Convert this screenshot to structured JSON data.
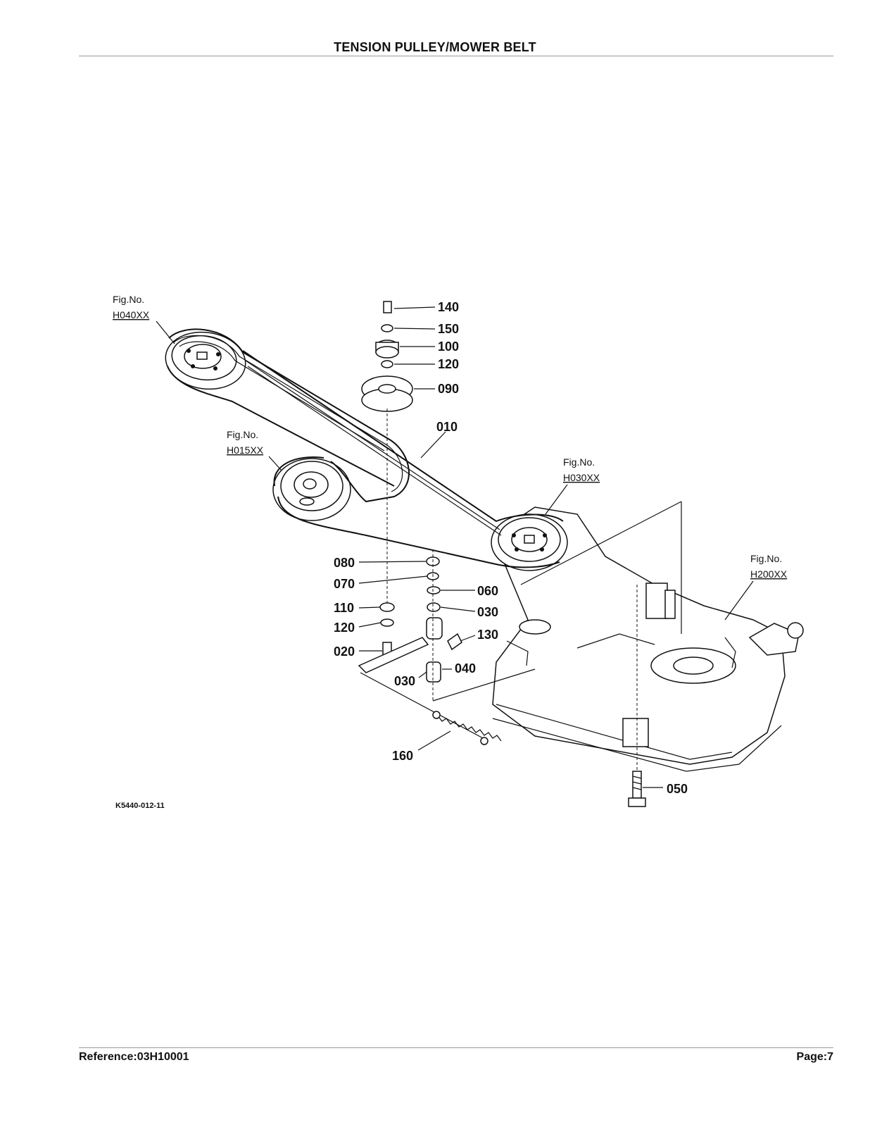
{
  "header": {
    "title": "TENSION PULLEY/MOWER BELT"
  },
  "diagram": {
    "fig_refs": {
      "h040": {
        "prefix": "Fig.No.",
        "code": "H040XX"
      },
      "h015": {
        "prefix": "Fig.No.",
        "code": "H015XX"
      },
      "h030": {
        "prefix": "Fig.No.",
        "code": "H030XX"
      },
      "h200": {
        "prefix": "Fig.No.",
        "code": "H200XX"
      }
    },
    "parts": {
      "p140": "140",
      "p150": "150",
      "p100": "100",
      "p120a": "120",
      "p090": "090",
      "p010": "010",
      "p080": "080",
      "p070": "070",
      "p060": "060",
      "p110": "110",
      "p030a": "030",
      "p120b": "120",
      "p130": "130",
      "p020": "020",
      "p040": "040",
      "p030b": "030",
      "p160": "160",
      "p050": "050"
    },
    "drawing_code": "K5440-012-11"
  },
  "footer": {
    "reference": "Reference:03H10001",
    "page": "Page:7"
  }
}
